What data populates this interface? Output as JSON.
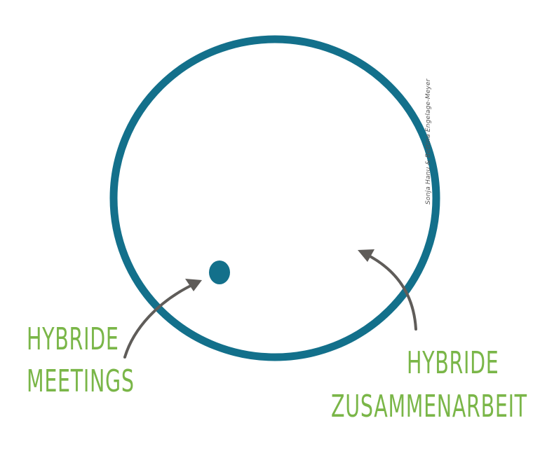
{
  "labels": {
    "left_line1": "HYBRIDE",
    "left_line2": "MEETINGS",
    "right_line1": "HYBRIDE",
    "right_line2": "ZUSAMMENARBEIT"
  },
  "credit": "Sonja Hanu & Bettina Engelage-Meyer",
  "colors": {
    "circle": "#13708b",
    "dot": "#13708b",
    "label": "#7ab648",
    "arrow": "#5f5c59"
  }
}
